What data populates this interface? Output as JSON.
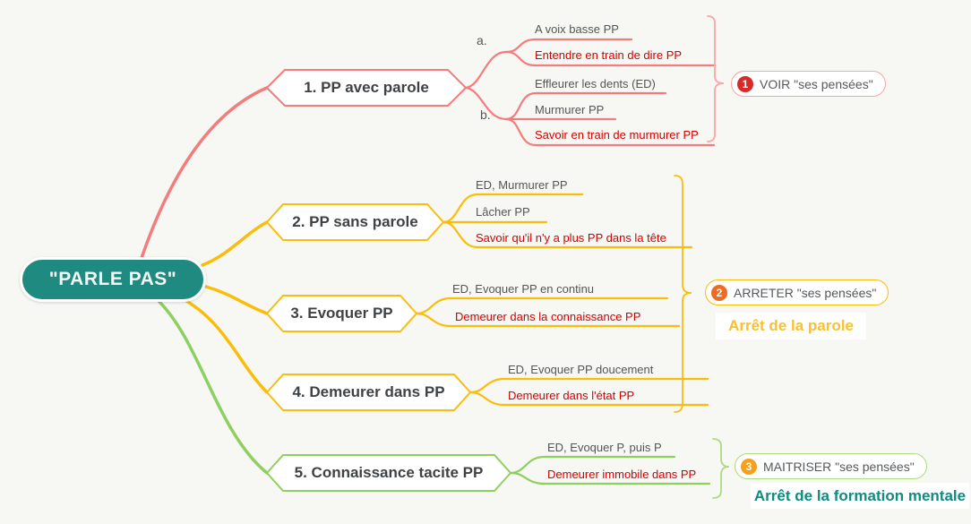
{
  "palette": {
    "background": "#f7f7f4",
    "root_fill": "#1f8a80",
    "branch1": "#f47c7c",
    "branch1_light": "#f8a6a6",
    "branch234": "#fbbd0b",
    "branch5": "#8ed05f",
    "branch5_light": "#aeda82",
    "emphasis_text": "#d40000",
    "leaf_text": "#555555",
    "node_text": "#3f4245",
    "badge1": "#d92a2a",
    "badge2": "#ee6b24",
    "badge3": "#f5a11c",
    "caption2": "#fcbf2e",
    "caption3": "#0f8b82"
  },
  "root": {
    "label": "\"PARLE PAS\""
  },
  "branches": [
    {
      "label": "1. PP avec parole",
      "groups": [
        {
          "label": "a.",
          "leaves": [
            {
              "text": "A voix basse PP"
            },
            {
              "text": "Entendre en train de dire PP"
            }
          ]
        },
        {
          "label": "b.",
          "leaves": [
            {
              "text": "Effleurer les dents (ED)"
            },
            {
              "text": "Murmurer PP"
            },
            {
              "text": "Savoir en train de murmurer PP"
            }
          ]
        }
      ]
    },
    {
      "label": "2. PP sans parole",
      "leaves": [
        {
          "text": "ED, Murmurer PP"
        },
        {
          "text": "Lâcher PP"
        },
        {
          "text": "Savoir qu'il n'y a plus PP dans la tête"
        }
      ]
    },
    {
      "label": "3. Evoquer PP",
      "leaves": [
        {
          "text": "ED, Evoquer PP en continu"
        },
        {
          "text": "Demeurer dans la connaissance PP"
        }
      ]
    },
    {
      "label": "4. Demeurer dans PP",
      "leaves": [
        {
          "text": "ED, Evoquer PP doucement"
        },
        {
          "text": "Demeurer dans l'état PP"
        }
      ]
    },
    {
      "label": "5. Connaissance tacite PP",
      "leaves": [
        {
          "text": "ED, Evoquer P, puis P"
        },
        {
          "text": "Demeurer immobile dans PP"
        }
      ]
    }
  ],
  "summaries": [
    {
      "badge": "1",
      "text": "VOIR \"ses pensées\""
    },
    {
      "badge": "2",
      "text": "ARRETER \"ses pensées\"",
      "caption": "Arrêt de la parole"
    },
    {
      "badge": "3",
      "text": "MAITRISER \"ses pensées\"",
      "caption": "Arrêt de la formation mentale"
    }
  ]
}
